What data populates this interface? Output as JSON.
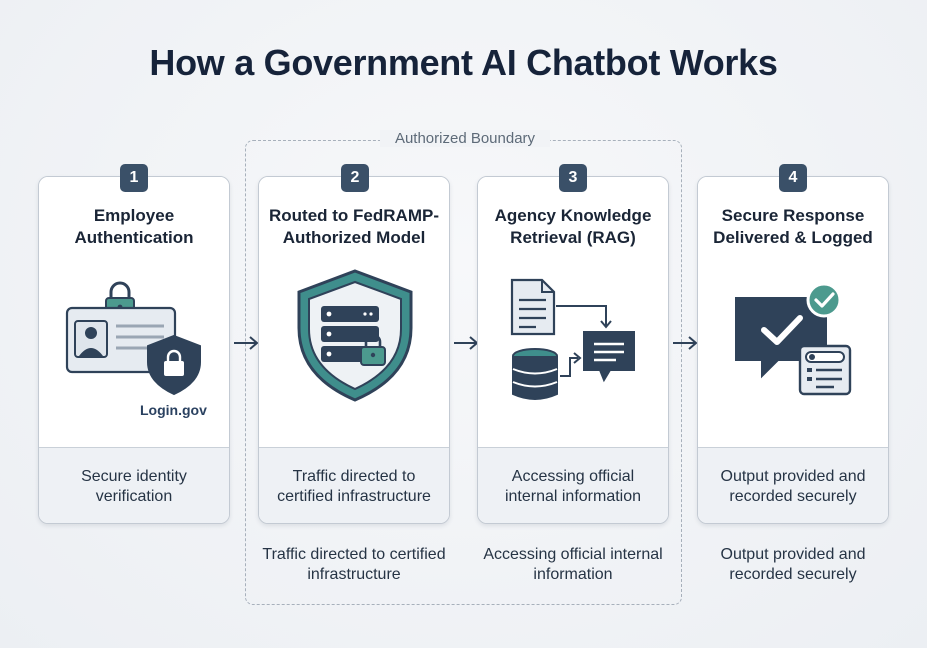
{
  "title": "How a Government AI Chatbot Works",
  "boundary_label": "Authorized Boundary",
  "steps": [
    {
      "number": "1",
      "heading": "Employee Authentication",
      "description": "Secure identity verification",
      "icon_label": "Login.gov",
      "icons": [
        "id-card-icon",
        "padlock-icon",
        "shield-lock-icon"
      ]
    },
    {
      "number": "2",
      "heading": "Routed to FedRAMP-Authorized Model",
      "description": "Traffic directed to certified infrastructure",
      "below_text": "Traffic directed to certified infrastructure",
      "icons": [
        "shield-icon",
        "server-icon",
        "padlock-icon"
      ]
    },
    {
      "number": "3",
      "heading": "Agency Knowledge Retrieval (RAG)",
      "description": "Accessing official internal information",
      "below_text": "Accessing official internal information",
      "icons": [
        "document-icon",
        "database-icon",
        "chat-bubble-icon"
      ]
    },
    {
      "number": "4",
      "heading": "Secure Response Delivered & Logged",
      "description": "Output provided and recorded securely",
      "below_text": "Output provided and recorded securely",
      "icons": [
        "chat-check-icon",
        "check-circle-icon",
        "log-document-icon"
      ]
    }
  ],
  "colors": {
    "dark_navy": "#2f4259",
    "teal": "#3f8e8c",
    "accent_green": "#4c9a8e",
    "card_border": "#c3cad3",
    "badge": "#3a5068"
  }
}
